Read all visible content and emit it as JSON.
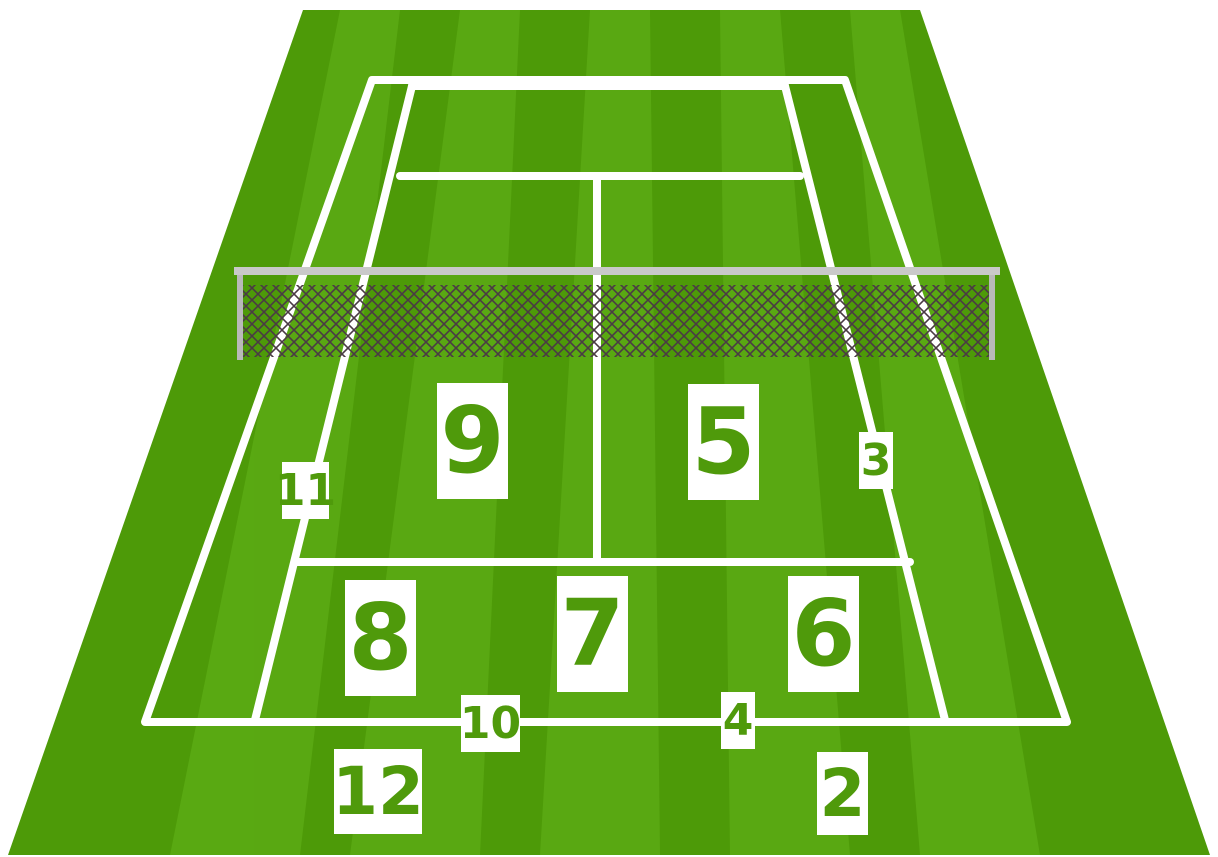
{
  "colors": {
    "grass_dark": "#4d9a08",
    "grass_light": "#5cab14",
    "lines": "#ffffff",
    "number_text": "#4f9a0b",
    "net_mesh": "#4a3b44",
    "net_band": "#c9c9c9"
  },
  "zones": {
    "z1": "2",
    "z2": "3",
    "z3": "4",
    "z4": "5",
    "z5": "6",
    "z6": "7",
    "z7": "8",
    "z8": "9",
    "z9": "10",
    "z10": "11",
    "z11": "12"
  }
}
